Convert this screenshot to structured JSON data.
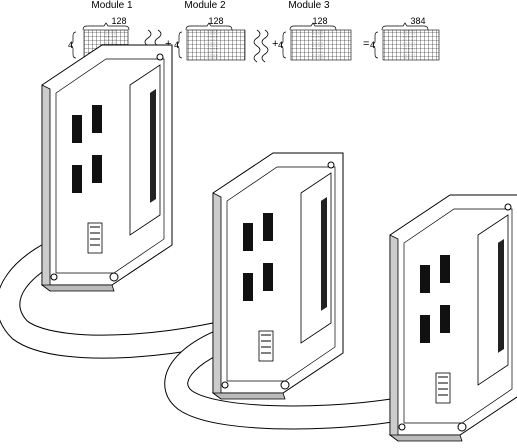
{
  "modules": [
    {
      "label": "Module 1",
      "width": "128",
      "height": "4"
    },
    {
      "label": "Module 2",
      "width": "128",
      "height": "4"
    },
    {
      "label": "Module 3",
      "width": "128",
      "height": "4"
    }
  ],
  "operators": {
    "plus": "+",
    "equals": "="
  },
  "result": {
    "width": "384",
    "height": "4"
  }
}
